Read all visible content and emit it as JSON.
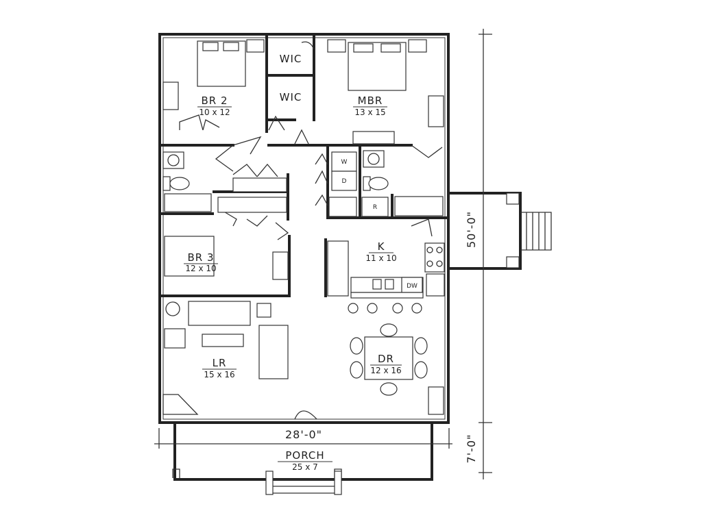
{
  "rooms": {
    "br2": {
      "name": "BR 2",
      "size": "10 x 12"
    },
    "mbr": {
      "name": "MBR",
      "size": "13 x 15"
    },
    "wic1": {
      "name": "WIC"
    },
    "wic2": {
      "name": "WIC"
    },
    "br3": {
      "name": "BR 3",
      "size": "12 x 10"
    },
    "k": {
      "name": "K",
      "size": "11 x 10"
    },
    "lr": {
      "name": "LR",
      "size": "15 x 16"
    },
    "dr": {
      "name": "DR",
      "size": "12 x 16"
    },
    "porch": {
      "name": "PORCH",
      "size": "25 x 7"
    }
  },
  "appliances": {
    "washer": "W",
    "dryer": "D",
    "refrigerator": "R",
    "dishwasher": "DW"
  },
  "dimensions": {
    "width": "28'-0\"",
    "depth": "50'-0\"",
    "porch_depth": "7'-0\""
  }
}
